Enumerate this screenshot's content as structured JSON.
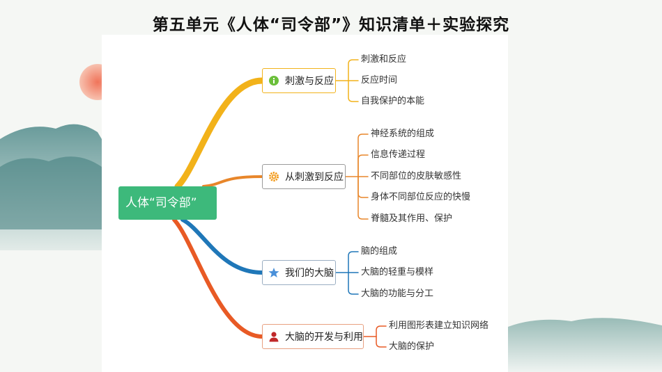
{
  "title": "第五单元《人体“司令部”》知识清单＋实验探究",
  "root": {
    "label": "人体“司令部”",
    "color": "#3db97b"
  },
  "branches": [
    {
      "label": "刺激与反应",
      "icon": "info-icon",
      "color": "#f2b21a",
      "leaves": [
        "刺激和反应",
        "反应时间",
        "自我保护的本能"
      ]
    },
    {
      "label": "从刺激到反应",
      "icon": "gear-icon",
      "color": "#e8862a",
      "leaves": [
        "神经系统的组成",
        "信息传递过程",
        "不同部位的皮肤敏感性",
        "身体不同部位反应的快慢",
        "脊髓及其作用、保护"
      ]
    },
    {
      "label": "我们的大脑",
      "icon": "star-icon",
      "color": "#1f77b8",
      "leaves": [
        "脑的组成",
        "大脑的轻重与模样",
        "大脑的功能与分工"
      ]
    },
    {
      "label": "大脑的开发与利用",
      "icon": "person-icon",
      "color": "#e85a25",
      "leaves": [
        "利用图形表建立知识网络",
        "大脑的保护"
      ]
    }
  ]
}
